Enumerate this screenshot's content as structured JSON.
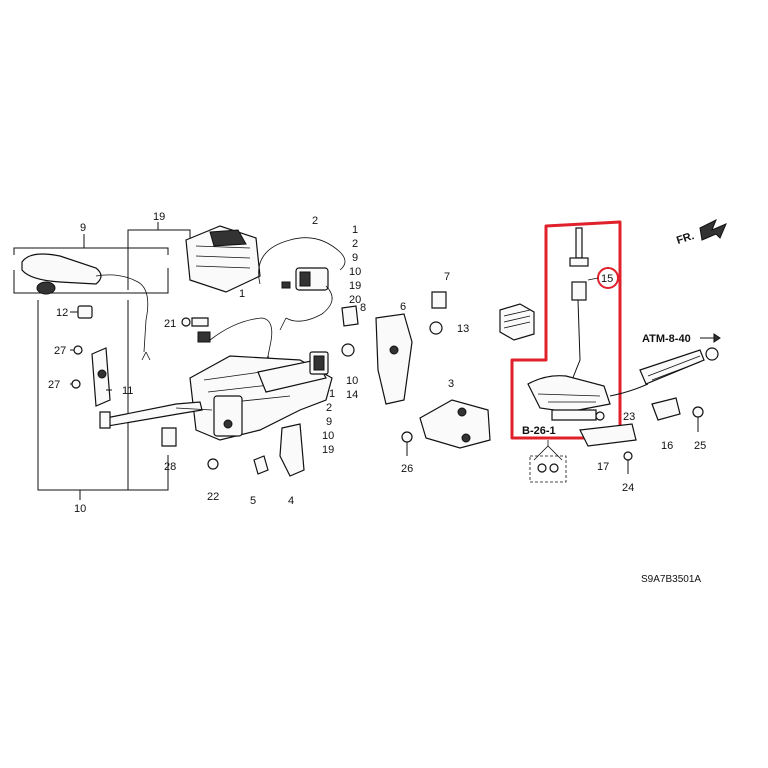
{
  "callouts": {
    "c1": "1",
    "c2": "2",
    "c3": "3",
    "c4": "4",
    "c5": "5",
    "c6": "6",
    "c7": "7",
    "c8": "8",
    "c9": "9",
    "c10": "10",
    "c11": "11",
    "c12": "12",
    "c13": "13",
    "c14": "14",
    "c15": "15",
    "c16": "16",
    "c17": "17",
    "c19": "19",
    "c21": "21",
    "c22": "22",
    "c23": "23",
    "c24": "24",
    "c25": "25",
    "c26": "26",
    "c27": "27",
    "c28": "28"
  },
  "stack_a": [
    "1",
    "2",
    "9",
    "10",
    "19",
    "20"
  ],
  "stack_b": [
    "1",
    "2",
    "9",
    "10",
    "19"
  ],
  "stack_c": [
    "10",
    "14"
  ],
  "refs": {
    "atm": "ATM-8-40",
    "b26": "B-26-1",
    "front": "FR."
  },
  "diagram_code": "S9A7B3501A",
  "highlight_color": "#e0202a",
  "highlighted_callout": "15"
}
